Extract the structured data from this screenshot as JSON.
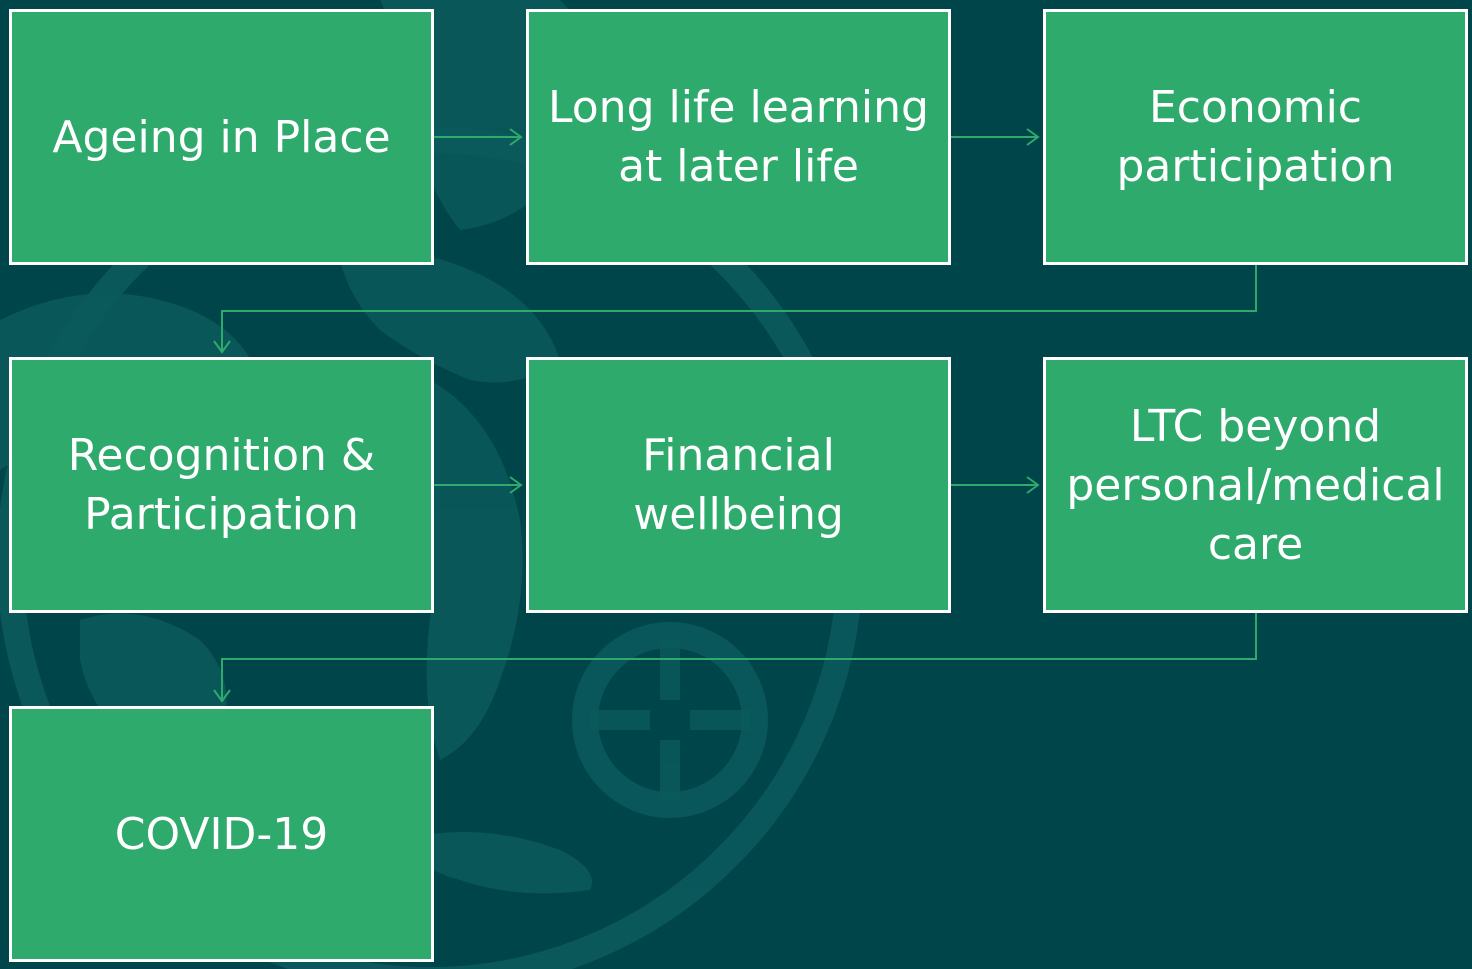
{
  "diagram": {
    "boxes": [
      {
        "id": "ageing-in-place",
        "label": "Ageing in Place"
      },
      {
        "id": "long-life-learning",
        "label": "Long life learning at later life"
      },
      {
        "id": "economic-participation",
        "label": "Economic participation"
      },
      {
        "id": "recognition-participation",
        "label": "Recognition & Participation"
      },
      {
        "id": "financial-wellbeing",
        "label": "Financial wellbeing"
      },
      {
        "id": "ltc-beyond-care",
        "label": "LTC beyond personal/medical care"
      },
      {
        "id": "covid-19",
        "label": "COVID-19"
      }
    ],
    "flow": [
      [
        "ageing-in-place",
        "long-life-learning"
      ],
      [
        "long-life-learning",
        "economic-participation"
      ],
      [
        "economic-participation",
        "recognition-participation"
      ],
      [
        "recognition-participation",
        "financial-wellbeing"
      ],
      [
        "financial-wellbeing",
        "ltc-beyond-care"
      ],
      [
        "ltc-beyond-care",
        "covid-19"
      ]
    ]
  },
  "colors": {
    "background": "#004549",
    "box_fill": "#2eaa6c",
    "box_border": "#ffffff",
    "text": "#ffffff",
    "connector": "#2eaa6c",
    "emblem": "#0b5a5c"
  },
  "icons": [
    "decorative-emblem-watermark",
    "arrow-right-icon",
    "arrow-down-icon"
  ]
}
